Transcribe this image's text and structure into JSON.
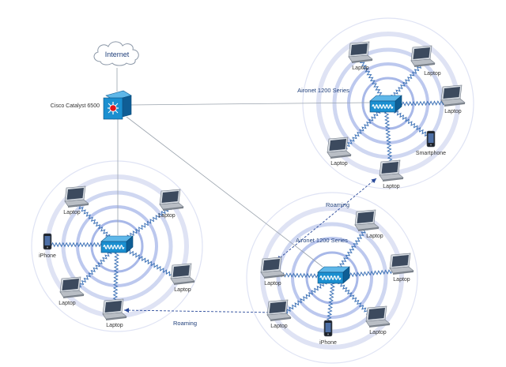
{
  "labels": {
    "internet": "Internet",
    "router": "Cisco Catalyst 6500",
    "ap_top": "Aironet 1200 Series",
    "ap_bottom": "Aironet 1200 Series",
    "laptop": "Laptop",
    "iphone": "iPhone",
    "smartphone": "Smartphone",
    "roaming_upper": "Roaming",
    "roaming_lower": "Roaming"
  },
  "colors": {
    "link": "#9aa3ad",
    "ring_outer": "#dfe3f4",
    "ring_inner": "#a8b8e8",
    "cisco_blue": "#1b8fd0",
    "cisco_dark": "#0f5e95",
    "wave": "#3f73b7",
    "roaming_arrow": "#2a4a9a",
    "laptop_screen": "#3c4a5e",
    "laptop_body": "#b9bec5"
  },
  "icons": {
    "cloud": "cloud-icon",
    "switch": "cisco-switch-icon",
    "access_point": "access-point-icon",
    "laptop": "laptop-icon",
    "phone": "phone-icon"
  }
}
